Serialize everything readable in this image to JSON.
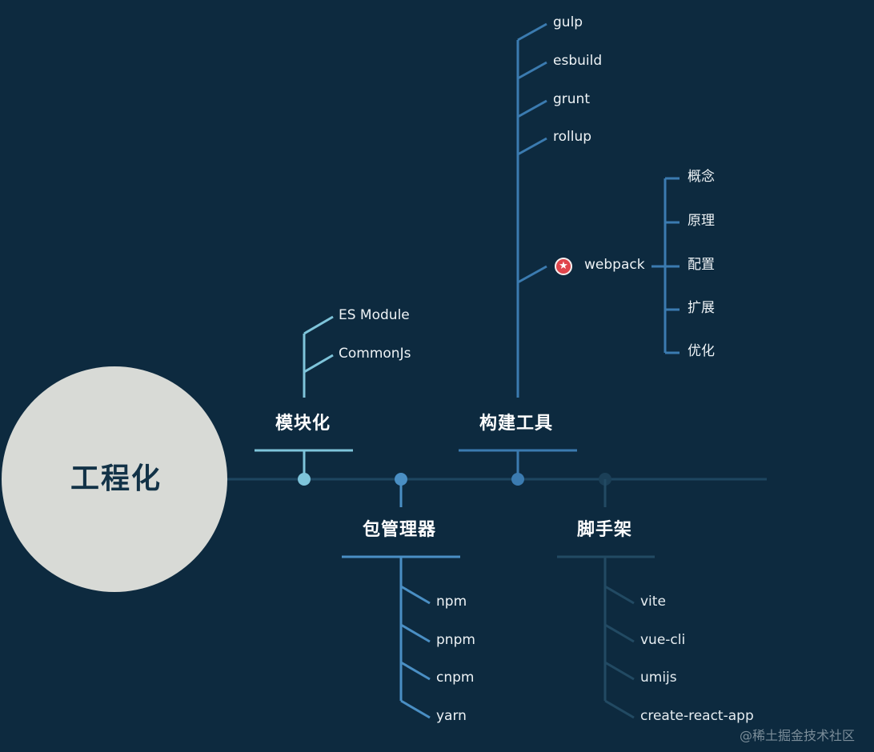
{
  "root": {
    "label": "工程化"
  },
  "branches": {
    "modular": {
      "label": "模块化",
      "items": [
        "ES Module",
        "CommonJs"
      ]
    },
    "package": {
      "label": "包管理器",
      "items": [
        "npm",
        "pnpm",
        "cnpm",
        "yarn"
      ]
    },
    "build": {
      "label": "构建工具",
      "items": [
        "gulp",
        "esbuild",
        "grunt",
        "rollup"
      ],
      "webpack": {
        "label": "webpack",
        "items": [
          "概念",
          "原理",
          "配置",
          "扩展",
          "优化"
        ]
      }
    },
    "scaffold": {
      "label": "脚手架",
      "items": [
        "vite",
        "vue-cli",
        "umijs",
        "create-react-app"
      ]
    }
  },
  "colors": {
    "background": "#0d2a3f",
    "root_fill": "#d8dad6",
    "modular": "#7ec4da",
    "package": "#4a8fc4",
    "build": "#3b7bb0",
    "scaffold": "#224a63",
    "star": "#e0454c"
  },
  "icons": {
    "webpack_marker": "star-icon"
  },
  "watermark": "@稀土掘金技术社区"
}
